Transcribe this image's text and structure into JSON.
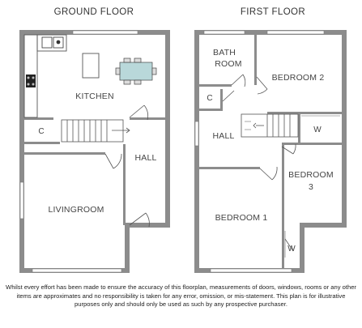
{
  "floors": {
    "ground": {
      "title": "GROUND FLOOR",
      "rooms": {
        "kitchen": "KITCHEN",
        "hall": "HALL",
        "livingroom": "LIVINGROOM",
        "cupboard": "C"
      }
    },
    "first": {
      "title": "FIRST FLOOR",
      "rooms": {
        "bathroom_line1": "BATH",
        "bathroom_line2": "ROOM",
        "bedroom2": "BEDROOM 2",
        "cupboard": "C",
        "hall": "HALL",
        "wardrobe_upper": "W",
        "bedroom3_line1": "BEDROOM",
        "bedroom3_line2": "3",
        "bedroom1": "BEDROOM 1",
        "wardrobe_lower": "W"
      }
    }
  },
  "disclaimer": "Whilst every effort has been made to ensure the accuracy of this floorplan, measurements of doors, windows, rooms or any other items are approximates and no responsibility is taken for any error, omission, or mis-statement. This plan is for illustrative purposes only and should only be used as such by any prospective purchaser."
}
